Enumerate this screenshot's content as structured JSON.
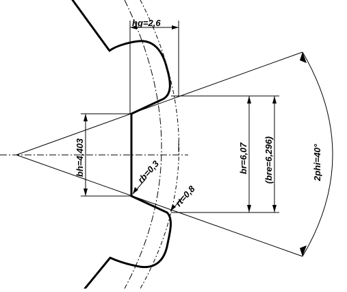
{
  "dimensions": {
    "hg": "hg=2,6",
    "bh": "bh=4,403",
    "rb": "rb=0,3",
    "rt": "rt=0,8",
    "br": "br=6,07",
    "bre": "(bre=6,296)",
    "phi": "2phi=40°"
  }
}
